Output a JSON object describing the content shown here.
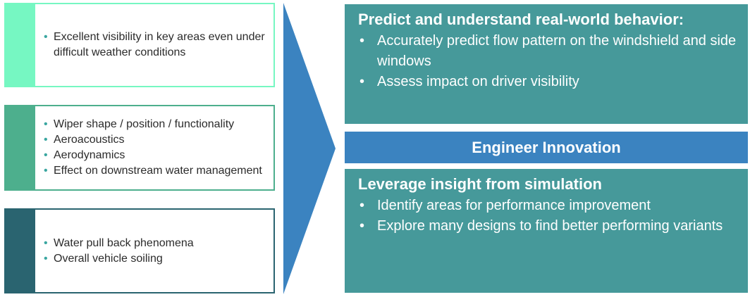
{
  "colors": {
    "box1_accent": "#76f7c2",
    "box2_accent": "#4daf8d",
    "box3_accent": "#2a6470",
    "arrow": "#3b83c0",
    "panel": "#46999a",
    "banner": "#3b83c0"
  },
  "left_boxes": [
    {
      "items": [
        "Excellent visibility in key areas even under difficult weather conditions"
      ]
    },
    {
      "items": [
        "Wiper shape / position / functionality",
        "Aeroacoustics",
        "Aerodynamics",
        "Effect on downstream water management"
      ]
    },
    {
      "items": [
        "Water pull back phenomena",
        "Overall vehicle soiling"
      ]
    }
  ],
  "right_top": {
    "heading": "Predict and understand real-world behavior:",
    "items": [
      "Accurately predict flow pattern on the windshield and side windows",
      "Assess impact on driver visibility"
    ]
  },
  "banner": {
    "label": "Engineer Innovation"
  },
  "right_bottom": {
    "heading": "Leverage insight from simulation",
    "items": [
      "Identify areas for performance improvement",
      "Explore many designs to find better performing variants"
    ]
  }
}
